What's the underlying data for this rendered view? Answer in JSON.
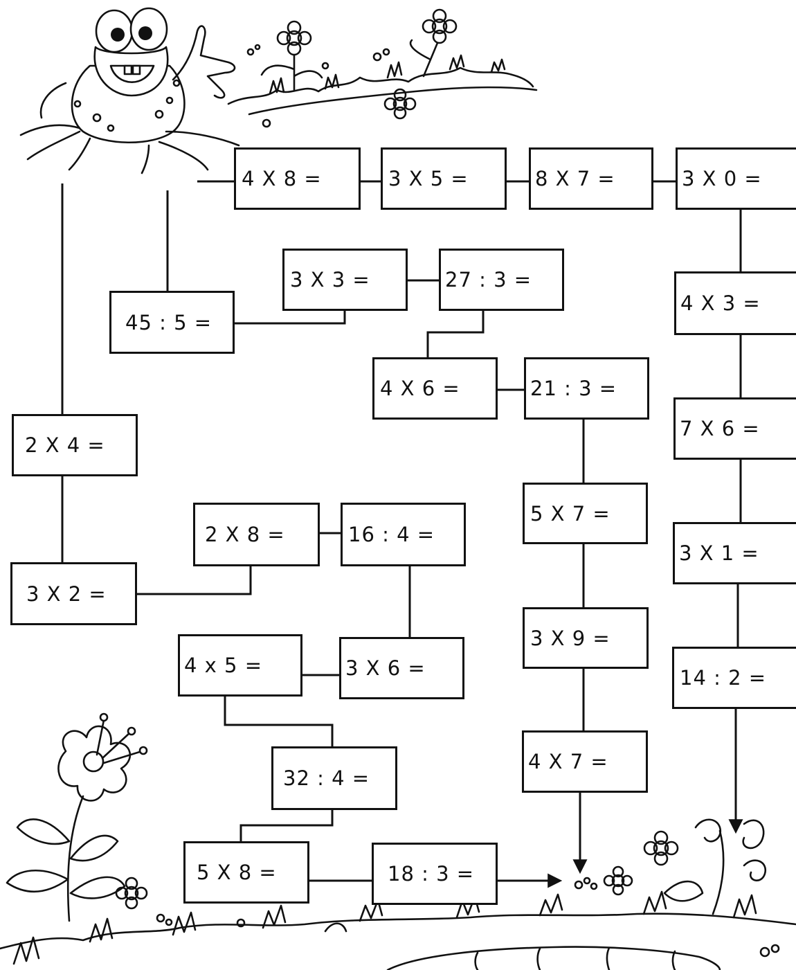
{
  "problems": {
    "p1": "4 X 8 =",
    "p2": "3 X 5 =",
    "p3": "8 X 7 =",
    "p4": "3 X 0 =",
    "p5": "3 X 3 =",
    "p6": "27 : 3 =",
    "p7": "45 : 5 =",
    "p8": "4 X 3 =",
    "p9": "4 X 6 =",
    "p10": "21 : 3 =",
    "p11": "7 X 6 =",
    "p12": "2 X 4 =",
    "p13": "5 X 7 =",
    "p14": "2 X 8 =",
    "p15": "16 : 4 =",
    "p16": "3 X 1 =",
    "p17": "3 X 2 =",
    "p18": "3 X 9 =",
    "p19": "4 x 5 =",
    "p20": "3 X 6 =",
    "p21": "14 : 2 =",
    "p22": "32 : 4 =",
    "p23": "4 X 7 =",
    "p24": "5 X 8 =",
    "p25": "18 : 3 ="
  },
  "illustrations": {
    "frog": "frog-icon",
    "flowers": "flower-icon",
    "grass": "grass-icon",
    "log": "log-icon",
    "arrows": "arrow-down-icon"
  }
}
